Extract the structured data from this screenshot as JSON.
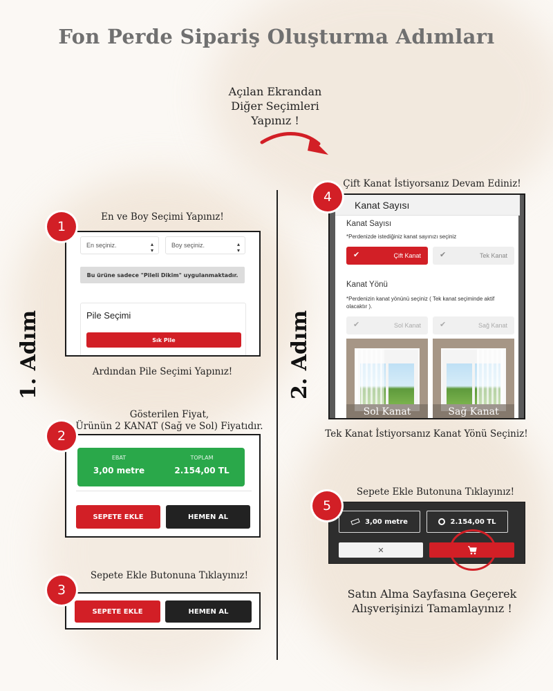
{
  "title": "Fon Perde Sipariş Oluşturma Adımları",
  "intro_note": [
    "Açılan Ekrandan",
    "Diğer Seçimleri",
    "Yapınız !"
  ],
  "left_label": "1. Adım",
  "right_label": "2. Adım",
  "step1": {
    "number": "1",
    "caption_top": "En ve Boy Seçimi Yapınız!",
    "width_placeholder": "En seçiniz.",
    "height_placeholder": "Boy seçiniz.",
    "info": "Bu ürüne sadece \"Pileli Dikim\" uygulanmaktadır.",
    "pile_title": "Pile Seçimi",
    "pile_option": "Sık Pile",
    "caption_bottom": "Ardından Pile Seçimi Yapınız!"
  },
  "step2": {
    "number": "2",
    "caption_top": [
      "Gösterilen Fiyat,",
      "Ürünün 2 KANAT (Sağ ve Sol) Fiyatıdır."
    ],
    "ebat_label": "EBAT",
    "ebat_value": "3,00 metre",
    "toplam_label": "TOPLAM",
    "toplam_value": "2.154,00 TL",
    "add_cart": "SEPETE EKLE",
    "buy_now": "HEMEN AL"
  },
  "step3": {
    "number": "3",
    "caption_top": "Sepete Ekle Butonuna Tıklayınız!",
    "add_cart": "SEPETE EKLE",
    "buy_now": "HEMEN AL"
  },
  "step4": {
    "number": "4",
    "caption_top": "Çift Kanat İstiyorsanız Devam Ediniz!",
    "header": "Kanat Sayısı",
    "section1_title": "Kanat Sayısı",
    "section1_hint": "*Perdenizde istediğiniz kanat sayınızı seçiniz",
    "opt_double": "Çift Kanat",
    "opt_single": "Tek Kanat",
    "section2_title": "Kanat Yönü",
    "section2_hint": "*Perdenizin kanat yönünü seçiniz ( Tek kanat seçiminde aktif olacaktır ).",
    "opt_left": "Sol Kanat",
    "opt_right": "Sağ Kanat",
    "img_left": "Sol Kanat",
    "img_right": "Sağ Kanat",
    "caption_bottom": "Tek Kanat İstiyorsanız Kanat Yönü Seçiniz!"
  },
  "step5": {
    "number": "5",
    "caption_top": "Sepete Ekle Butonuna Tıklayınız!",
    "size": "3,00 metre",
    "price": "2.154,00 TL",
    "close_symbol": "✕",
    "cart_icon": "cart-icon"
  },
  "final_note": [
    "Satın Alma Sayfasına Geçerek",
    "Alışverişinizi Tamamlayınız !"
  ],
  "colors": {
    "red": "#d21f26",
    "green": "#2aa84a",
    "dark": "#222222",
    "title_gray": "#707070"
  }
}
